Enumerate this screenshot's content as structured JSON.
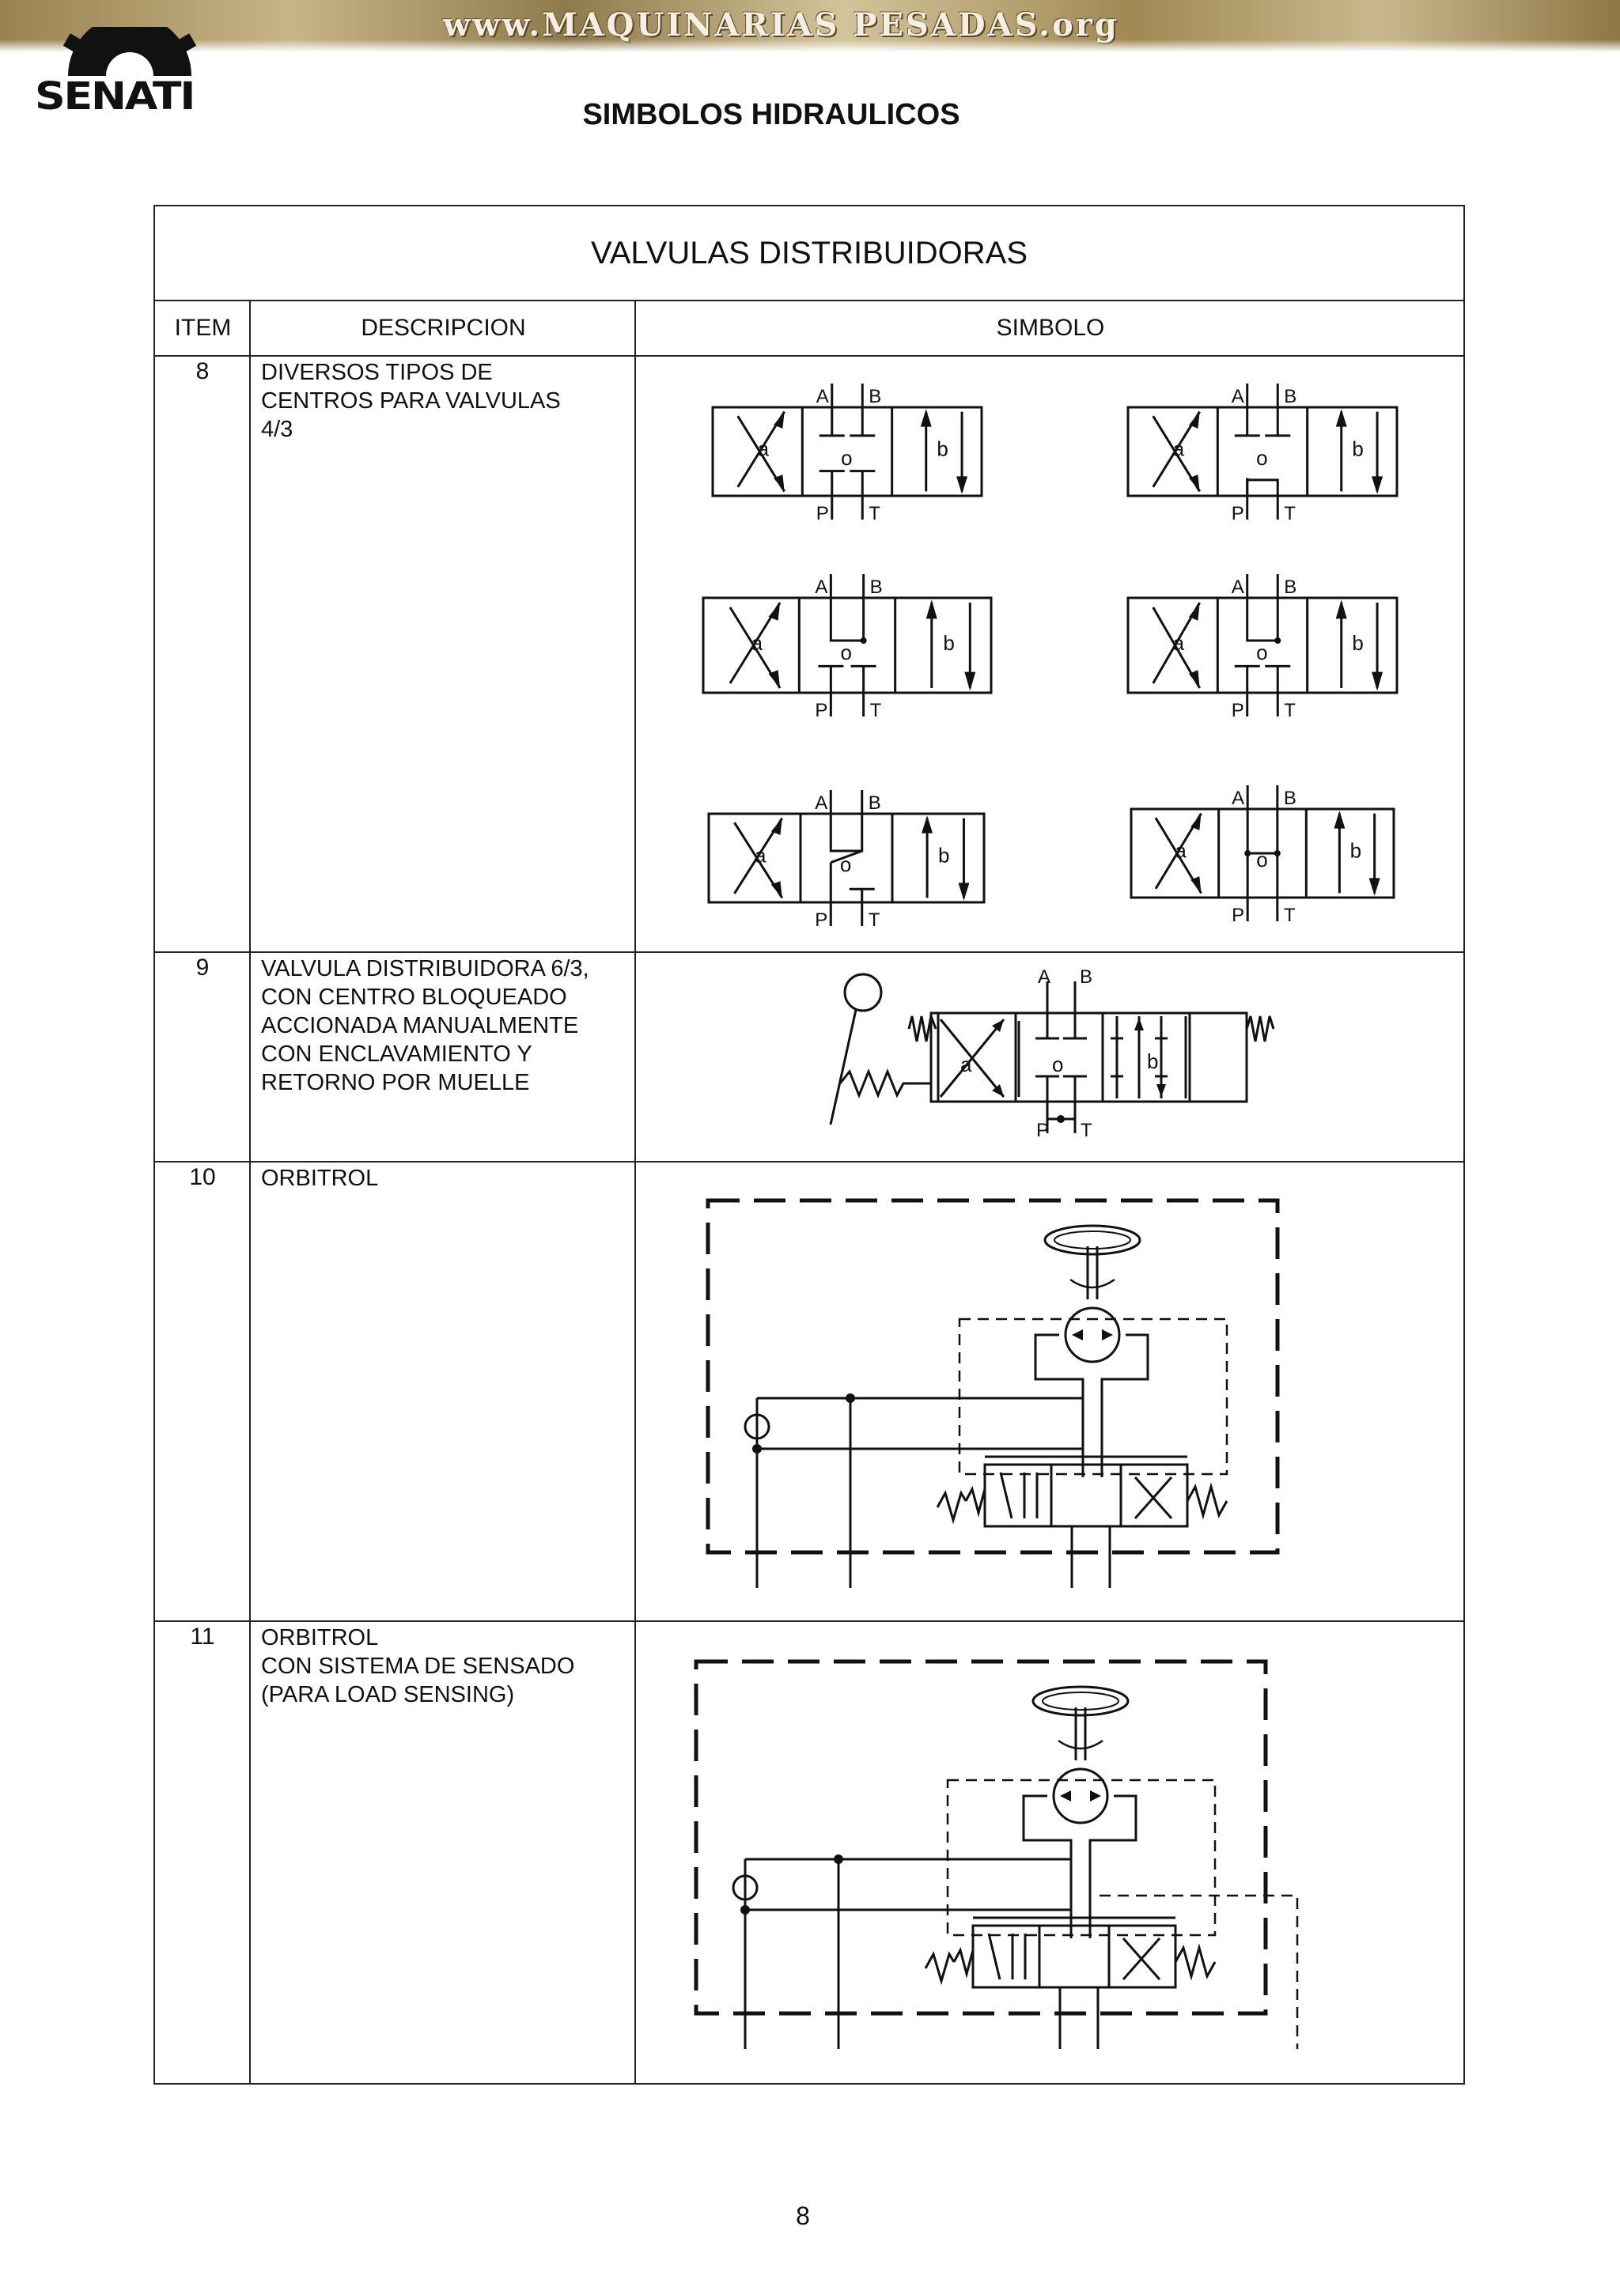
{
  "header": {
    "site_banner": "www.MAQUINARIAS PESADAS.org",
    "logo_text": "SENATI",
    "title": "SIMBOLOS HIDRAULICOS"
  },
  "table": {
    "section_title": "VALVULAS DISTRIBUIDORAS",
    "columns": [
      "ITEM",
      "DESCRIPCION",
      "SIMBOLO"
    ],
    "rows": [
      {
        "item": "8",
        "description": "DIVERSOS TIPOS DE\nCENTROS PARA VALVULAS\n4/3"
      },
      {
        "item": "9",
        "description": "VALVULA DISTRIBUIDORA 6/3,\nCON CENTRO BLOQUEADO\nACCIONADA MANUALMENTE\nCON ENCLAVAMIENTO Y\nRETORNO POR MUELLE"
      },
      {
        "item": "10",
        "description": "ORBITROL"
      },
      {
        "item": "11",
        "description": "ORBITROL\nCON SISTEMA DE SENSADO\n(PARA LOAD SENSING)"
      }
    ]
  },
  "symbol_labels": {
    "a": "a",
    "o": "o",
    "b": "b",
    "A": "A",
    "B": "B",
    "P": "P",
    "T": "T"
  },
  "page_number": "8"
}
